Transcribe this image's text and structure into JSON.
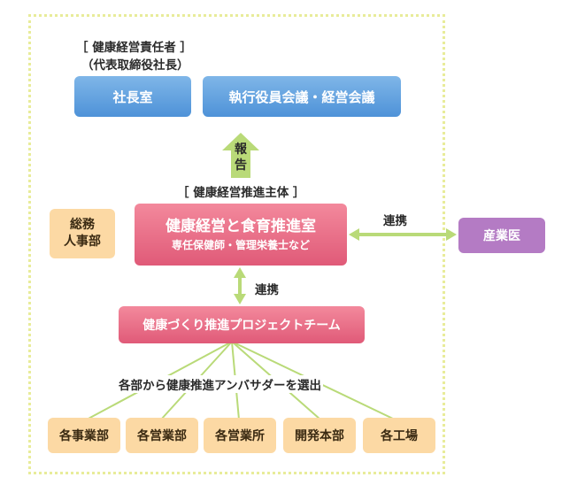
{
  "diagram": {
    "top_label_line1": "［ 健康経営責任者 ］",
    "top_label_line2": "（代表取締役社長）",
    "president_office": "社長室",
    "executive_meeting": "執行役員会議・経営会議",
    "report_label_line1": "報",
    "report_label_line2": "告",
    "promotion_label": "［ 健康経営推進主体 ］",
    "hr_line1": "総務",
    "hr_line2": "人事部",
    "main_title": "健康経営と食育推進室",
    "main_subtitle": "専任保健師・管理栄養士など",
    "collab_right": "連携",
    "industrial_physician": "産業医",
    "collab_down": "連携",
    "project_team": "健康づくり推進プロジェクトチーム",
    "selection_text": "各部から健康推進アンバサダーを選出",
    "departments": [
      "各事業部",
      "各営業部",
      "各営業所",
      "開発本部",
      "各工場"
    ]
  },
  "colors": {
    "blue_box": "#5a9ee0",
    "pink_box": "#e8667f",
    "orange_box": "#fcd9a4",
    "purple_box": "#b47bc4",
    "green_arrow": "#b9da78",
    "frame_border": "#e8ec9a"
  }
}
